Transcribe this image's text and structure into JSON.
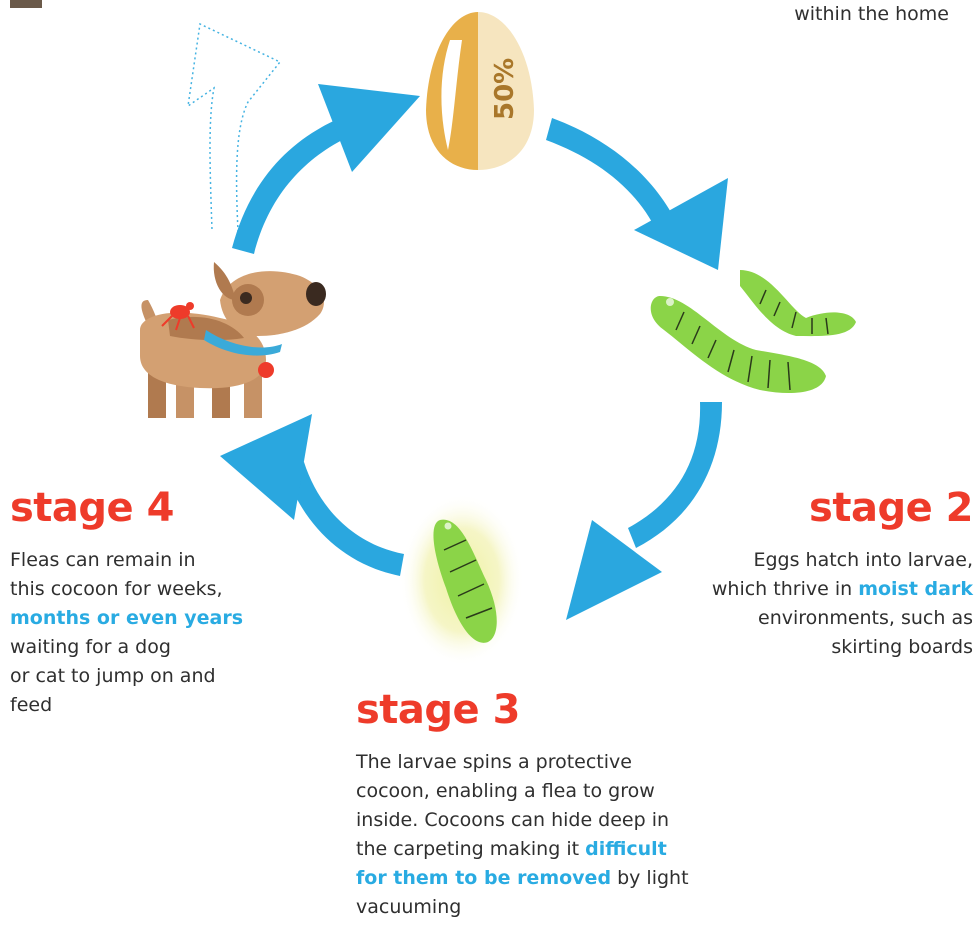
{
  "colors": {
    "accent_red": "#ee3b2a",
    "accent_blue": "#29abe2",
    "arrow_blue": "#2aa7df",
    "egg_gold": "#e8b04a",
    "larva_green": "#8bd448",
    "dog_tan": "#c69266"
  },
  "top_note": {
    "text": "within the home"
  },
  "egg": {
    "label": "50%"
  },
  "stages": [
    {
      "id": "stage-2",
      "title": "stage 2",
      "desc_parts": [
        "Eggs hatch into larvae,",
        "which thrive in ",
        "moist dark",
        "environments, such as",
        "skirting boards"
      ]
    },
    {
      "id": "stage-3",
      "title": "stage 3",
      "desc_parts": [
        "The larvae spins a protective",
        "cocoon, enabling a flea to grow",
        "inside. Cocoons can hide deep in",
        "the carpeting making it ",
        "difficult",
        "for them to be removed",
        " by light",
        "vacuuming"
      ]
    },
    {
      "id": "stage-4",
      "title": "stage 4",
      "desc_parts": [
        "Fleas can remain in",
        "this cocoon for weeks,",
        "months or even years",
        "waiting for a dog",
        "or cat to jump on and",
        "feed"
      ]
    }
  ],
  "icons": [
    "egg-icon",
    "larvae-icon",
    "cocoon-icon",
    "dog-icon",
    "flea-icon",
    "cycle-arrow-icon",
    "exit-arrow-icon"
  ]
}
